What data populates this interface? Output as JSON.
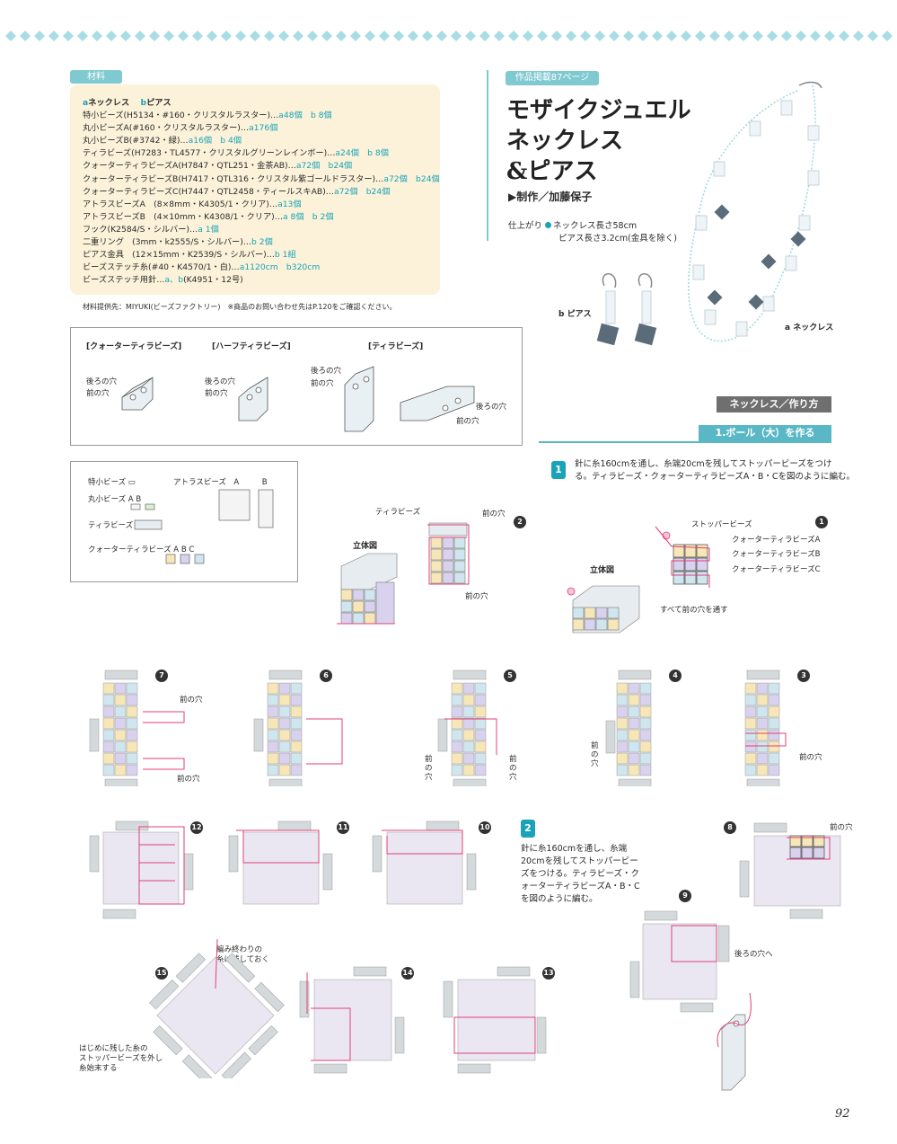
{
  "header": {
    "page_ref": "作品掲載87ページ"
  },
  "materials": {
    "tag": "材料",
    "head_a": "a",
    "head_a_label": "ネックレス",
    "head_b": "b",
    "head_b_label": "ピアス",
    "lines": [
      {
        "text": "特小ビーズ(H5134・#160・クリスタルラスター)…",
        "a": "a48個",
        "b": "b 8個"
      },
      {
        "text": "丸小ビーズA(#160・クリスタルラスター)…",
        "a": "a176個",
        "b": ""
      },
      {
        "text": "丸小ビーズB(#3742・緑)…",
        "a": "a16個",
        "b": "b 4個"
      },
      {
        "text": "ティラビーズ(H7283・TL4577・クリスタルグリーンレインボー)…",
        "a": "a24個",
        "b": "b 8個"
      },
      {
        "text": "クォーターティラビーズA(H7847・QTL251・金茶AB)…",
        "a": "a72個",
        "b": "b24個"
      },
      {
        "text": "クォーターティラビーズB(H7417・QTL316・クリスタル紫ゴールドラスター)…",
        "a": "a72個",
        "b": "b24個"
      },
      {
        "text": "クォーターティラビーズC(H7447・QTL2458・ティールスキAB)…",
        "a": "a72個",
        "b": "b24個"
      },
      {
        "text": "アトラスビーズA　(8×8mm・K4305/1・クリア)…",
        "a": "a13個",
        "b": ""
      },
      {
        "text": "アトラスビーズB　(4×10mm・K4308/1・クリア)…",
        "a": "a 8個",
        "b": "b 2個"
      },
      {
        "text": "フック(K2584/S・シルバー)…",
        "a": "a 1個",
        "b": ""
      },
      {
        "text": "二重リング　(3mm・k2555/S・シルバー)…",
        "a": "b 2個",
        "b": ""
      },
      {
        "text": "ピアス金具　(12×15mm・K2539/S・シルバー)…",
        "a": "b 1組",
        "b": ""
      },
      {
        "text": "ビーズステッチ糸(#40・K4570/1・白)…",
        "a": "a1120cm",
        "b": "b320cm"
      },
      {
        "text": "ビーズステッチ用針…",
        "a": "a、b",
        "b": "(K4951・12号)"
      }
    ],
    "credit": "材料提供先：MIYUKI(ビーズファクトリー)　※商品のお問い合わせ先はP.120をご確認ください。"
  },
  "title": {
    "line1": "モザイクジュエル",
    "line2": "ネックレス",
    "line3": "&ピアス",
    "author": "▶制作／加藤保子",
    "finish_label": "仕上がり",
    "finish_line1": "ネックレス長さ58cm",
    "finish_line2": "ピアス長さ3.2cm(金具を除く)"
  },
  "products": {
    "b_label": "b ピアス",
    "a_label": "a ネックレス"
  },
  "bead_types": {
    "quarter_tila": "[クォーターティラビーズ]",
    "half_tila": "[ハーフティラビーズ]",
    "tila": "[ティラビーズ]",
    "back_hole": "後ろの穴",
    "front_hole": "前の穴"
  },
  "legend": {
    "tiny": "特小ビーズ",
    "round_small": "丸小ビーズ",
    "ab_a": "A",
    "ab_b": "B",
    "tila": "ティラビーズ",
    "quarter": "クォーターティラビーズ",
    "qa": "A",
    "qb": "B",
    "qc": "C",
    "atlas": "アトラスビーズ",
    "atlas_a": "A",
    "atlas_b": "B"
  },
  "section": {
    "heading": "ネックレス／作り方",
    "sub": "1.ボール（大）を作る",
    "step1_num": "1",
    "step1_text_1": "針に糸160cmを通し、糸端20cmを残してストッパービーズをつけ",
    "step1_text_2": "る。ティラビーズ・クォーターティラビーズA・B・Cを図のように編む。",
    "step2_num": "2",
    "step2_lines": [
      "針に糸160cmを通し、糸端",
      "20cmを残してストッパービー",
      "ズをつける。ティラビーズ・ク",
      "ォーターティラビーズA・B・C",
      "を図のように編む。"
    ]
  },
  "fig_labels": {
    "tila_bead": "ティラビーズ",
    "front_hole": "前の穴",
    "stopper": "ストッパービーズ",
    "qa": "クォーターティラビーズA",
    "qb": "クォーターティラビーズB",
    "qc": "クォーターティラビーズC",
    "all_front": "すべて前の穴を通す",
    "solid": "立体図",
    "back_hole_to": "後ろの穴へ",
    "leave_end": "編み終わりの",
    "leave_end2": "糸は残しておく",
    "start_1": "はじめに残した糸の",
    "start_2": "ストッパービーズを外し",
    "start_3": "糸始末する",
    "vertical_front": "前の穴"
  },
  "figs": [
    "1",
    "2",
    "3",
    "4",
    "5",
    "6",
    "7",
    "8",
    "9",
    "10",
    "11",
    "12",
    "13",
    "14",
    "15",
    "1"
  ],
  "page_number": "92",
  "colors": {
    "accent": "#1aa3b8",
    "beige": "#fbf2d9",
    "qa": "#f6e6b8",
    "qb": "#d9d2ee",
    "qc": "#cfe6ef",
    "thread": "#e0407a"
  }
}
